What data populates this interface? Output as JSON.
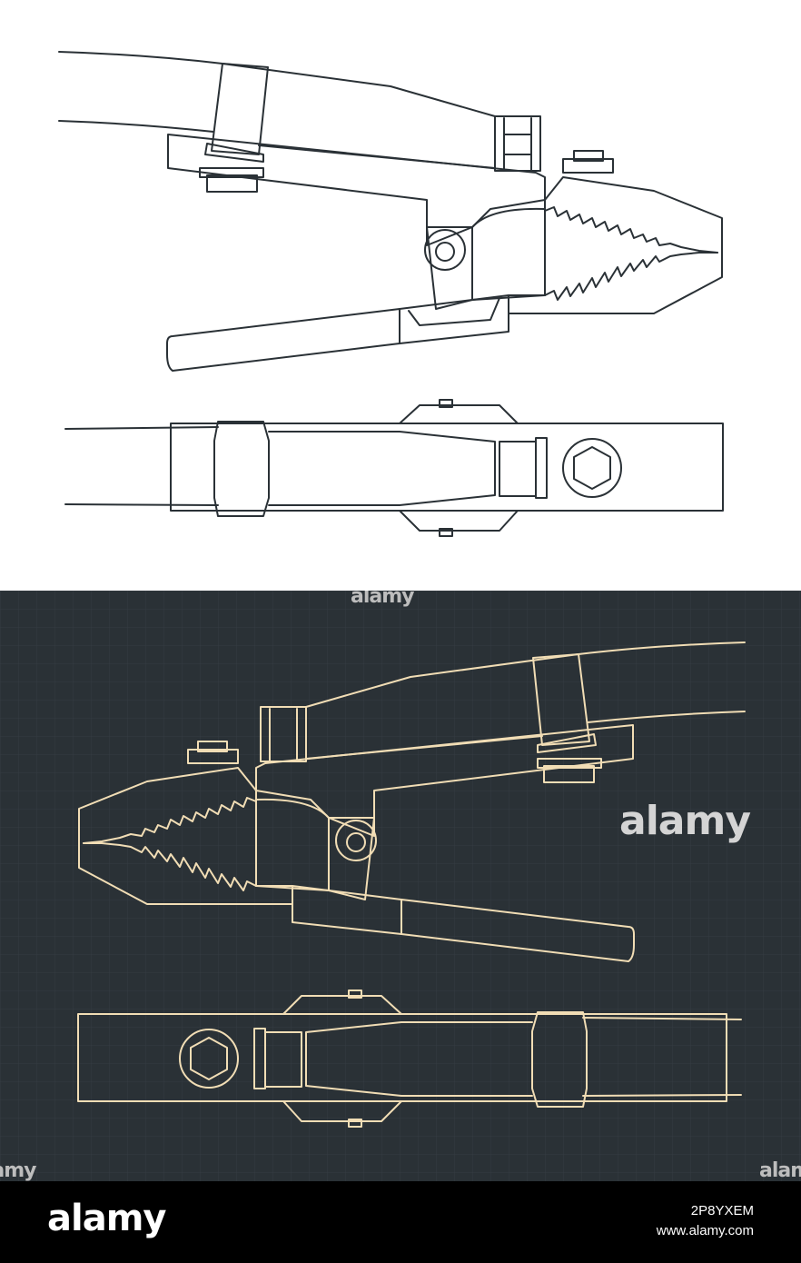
{
  "colors": {
    "light_bg": "#ffffff",
    "light_line": "#2a3136",
    "dark_bg": "#2a3136",
    "dark_line": "#f1ddb5",
    "footer_bg": "#000000",
    "footer_text": "#ffffff"
  },
  "watermark": {
    "text": "alamy"
  },
  "footer": {
    "brand": "alamy",
    "image_id": "2P8YXEM",
    "site": "www.alamy.com"
  }
}
